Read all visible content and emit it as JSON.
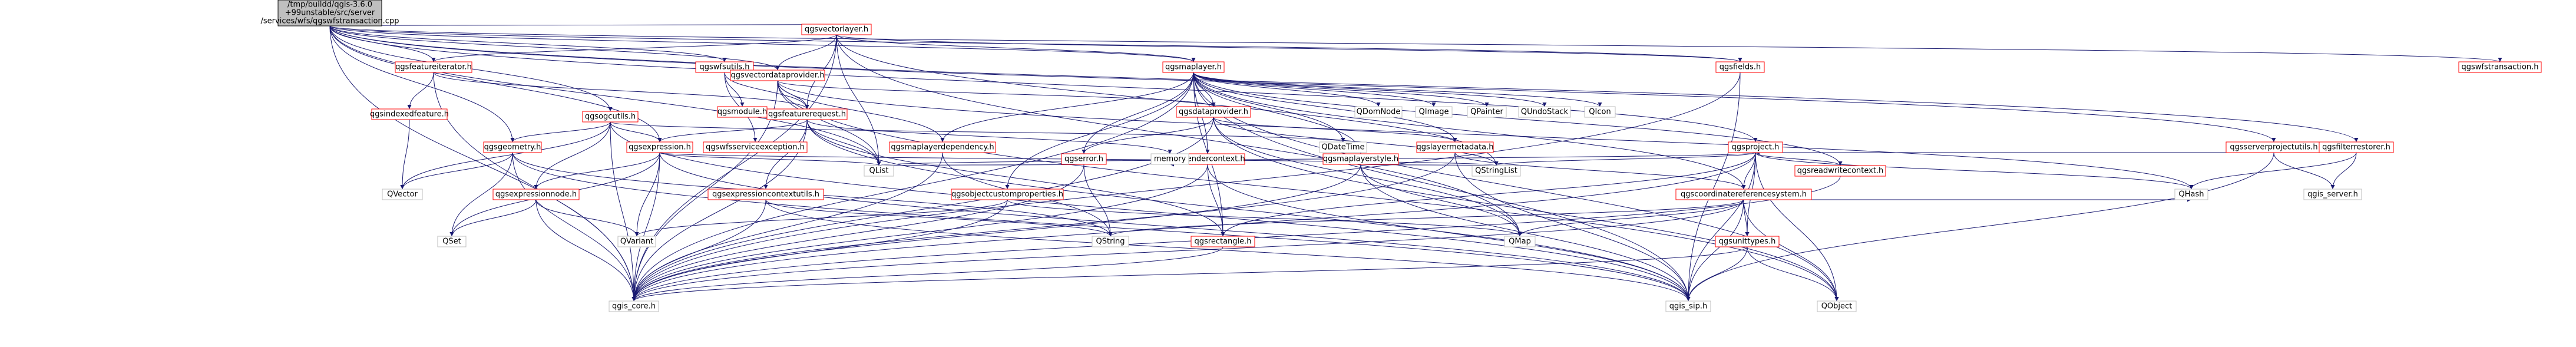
{
  "colors": {
    "edge": "#191970",
    "root_fill": "#bfbfbf",
    "root_stroke": "#000000",
    "linked_stroke": "#ff0000",
    "plain_stroke": "#bfbfbf",
    "text": "#000000"
  },
  "nodes": {
    "root": {
      "label": "/tmp/buildd/qgis-3.6.0\n+99unstable/src/server\n/services/wfs/qgswfstransaction.cpp",
      "kind": "root"
    },
    "qgsvectorlayer": {
      "label": "qgsvectorlayer.h",
      "kind": "linked"
    },
    "qgsfeatureiterator": {
      "label": "qgsfeatureiterator.h",
      "kind": "linked"
    },
    "qgswfsutils": {
      "label": "qgswfsutils.h",
      "kind": "linked"
    },
    "qgsvectordataprovider": {
      "label": "qgsvectordataprovider.h",
      "kind": "linked"
    },
    "qgsmaplayer": {
      "label": "qgsmaplayer.h",
      "kind": "linked"
    },
    "qgsfields": {
      "label": "qgsfields.h",
      "kind": "linked"
    },
    "qgswfstransaction": {
      "label": "qgswfstransaction.h",
      "kind": "linked"
    },
    "qgsindexedfeature": {
      "label": "qgsindexedfeature.h",
      "kind": "linked"
    },
    "qgsogcutils": {
      "label": "qgsogcutils.h",
      "kind": "linked"
    },
    "qgsmodule": {
      "label": "qgsmodule.h",
      "kind": "linked"
    },
    "qgsfeaturerequest": {
      "label": "qgsfeaturerequest.h",
      "kind": "linked"
    },
    "qgsdataprovider": {
      "label": "qgsdataprovider.h",
      "kind": "linked"
    },
    "qdomnode": {
      "label": "QDomNode",
      "kind": "plain"
    },
    "qimage": {
      "label": "QImage",
      "kind": "plain"
    },
    "qpainter": {
      "label": "QPainter",
      "kind": "plain"
    },
    "qundostack": {
      "label": "QUndoStack",
      "kind": "plain"
    },
    "qicon": {
      "label": "QIcon",
      "kind": "plain"
    },
    "qgsgeometry": {
      "label": "qgsgeometry.h",
      "kind": "linked"
    },
    "qgsexpression": {
      "label": "qgsexpression.h",
      "kind": "linked"
    },
    "qgswfsserviceexception": {
      "label": "qgswfsserviceexception.h",
      "kind": "linked"
    },
    "qgsmaplayerdependency": {
      "label": "qgsmaplayerdependency.h",
      "kind": "linked"
    },
    "qgserror": {
      "label": "qgserror.h",
      "kind": "linked"
    },
    "qgsrendercontext": {
      "label": "qgsrendercontext.h",
      "kind": "linked"
    },
    "qgsmaplayerstyle": {
      "label": "qgsmaplayerstyle.h",
      "kind": "linked"
    },
    "qgslayermetadata": {
      "label": "qgslayermetadata.h",
      "kind": "linked"
    },
    "qdatetime": {
      "label": "QDateTime",
      "kind": "plain"
    },
    "qgsproject": {
      "label": "qgsproject.h",
      "kind": "linked"
    },
    "qgsserverprojectutils": {
      "label": "qgsserverprojectutils.h",
      "kind": "linked"
    },
    "qgsfilterrestorer": {
      "label": "qgsfilterrestorer.h",
      "kind": "linked"
    },
    "qvector": {
      "label": "QVector",
      "kind": "plain"
    },
    "qgsexpressionnode": {
      "label": "qgsexpressionnode.h",
      "kind": "linked"
    },
    "qgsexpressioncontextutils": {
      "label": "qgsexpressioncontextutils.h",
      "kind": "linked"
    },
    "qgsobjectcustomproperties": {
      "label": "qgsobjectcustomproperties.h",
      "kind": "linked"
    },
    "qlist": {
      "label": "QList",
      "kind": "plain"
    },
    "memory": {
      "label": "memory",
      "kind": "plain"
    },
    "qstringlist": {
      "label": "QStringList",
      "kind": "plain"
    },
    "qgscoordinatereferencesystem": {
      "label": "qgscoordinatereferencesystem.h",
      "kind": "linked"
    },
    "qgsreadwritecontext": {
      "label": "qgsreadwritecontext.h",
      "kind": "linked"
    },
    "qgis_server": {
      "label": "qgis_server.h",
      "kind": "plain"
    },
    "qhash": {
      "label": "QHash",
      "kind": "plain"
    },
    "qset": {
      "label": "QSet",
      "kind": "plain"
    },
    "qvariant": {
      "label": "QVariant",
      "kind": "plain"
    },
    "qstring": {
      "label": "QString",
      "kind": "plain"
    },
    "qgsrectangle": {
      "label": "qgsrectangle.h",
      "kind": "linked"
    },
    "qmap": {
      "label": "QMap",
      "kind": "plain"
    },
    "qgsunittypes": {
      "label": "qgsunittypes.h",
      "kind": "linked"
    },
    "qgis_core": {
      "label": "qgis_core.h",
      "kind": "plain"
    },
    "qgis_sip": {
      "label": "qgis_sip.h",
      "kind": "plain"
    },
    "qobject": {
      "label": "QObject",
      "kind": "plain"
    }
  }
}
